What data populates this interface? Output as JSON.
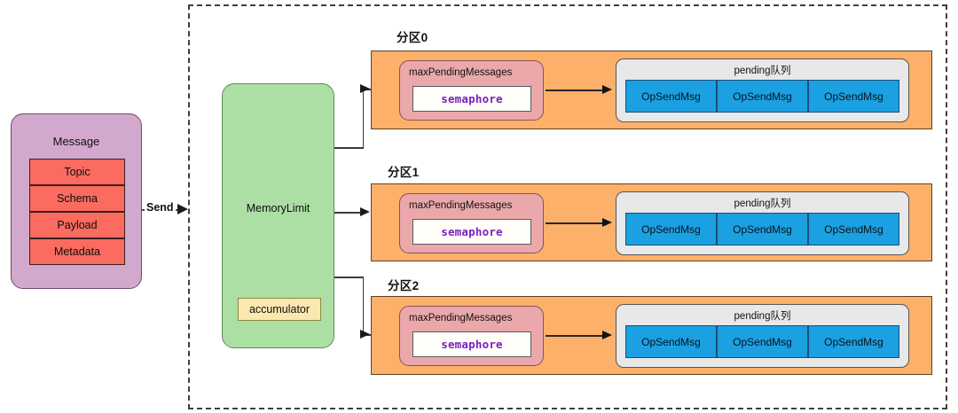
{
  "diagram": {
    "title_present": false,
    "colors": {
      "message_card_bg": "#d3a8cd",
      "message_field_bg": "#fb6b60",
      "memorylimit_bg": "#abdfa4",
      "accumulator_bg": "#fbe8b0",
      "partition_bg": "#fcb06a",
      "maxpending_bg": "#eaa8ab",
      "semaphore_text": "#7a1fc4",
      "pending_bg": "#e8e8e8",
      "opsendmsg_bg": "#1ba0e2",
      "boundary_border": "#3f3f3f"
    }
  },
  "message": {
    "title": "Message",
    "fields": [
      "Topic",
      "Schema",
      "Payload",
      "Metadata"
    ]
  },
  "send": {
    "label": "Send"
  },
  "memory_limit": {
    "title": "MemoryLimit",
    "accumulator_label": "accumulator"
  },
  "partitions": [
    {
      "label": "分区0",
      "max_pending": {
        "title": "maxPendingMessages",
        "semaphore_label": "semaphore"
      },
      "pending_queue": {
        "title": "pending队列",
        "items": [
          "OpSendMsg",
          "OpSendMsg",
          "OpSendMsg"
        ]
      }
    },
    {
      "label": "分区1",
      "max_pending": {
        "title": "maxPendingMessages",
        "semaphore_label": "semaphore"
      },
      "pending_queue": {
        "title": "pending队列",
        "items": [
          "OpSendMsg",
          "OpSendMsg",
          "OpSendMsg"
        ]
      }
    },
    {
      "label": "分区2",
      "max_pending": {
        "title": "maxPendingMessages",
        "semaphore_label": "semaphore"
      },
      "pending_queue": {
        "title": "pending队列",
        "items": [
          "OpSendMsg",
          "OpSendMsg",
          "OpSendMsg"
        ]
      }
    }
  ]
}
